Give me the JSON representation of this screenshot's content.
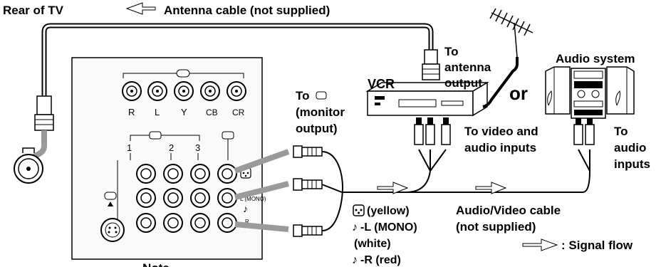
{
  "labels": {
    "rear_of_tv": "Rear of TV",
    "antenna_cable": "Antenna cable (not supplied)",
    "to_antenna_output": [
      "To",
      "antenna",
      "output"
    ],
    "vcr": "VCR",
    "or": "or",
    "audio_system": "Audio system",
    "to_monitor_output": [
      "To",
      "(monitor",
      "output)"
    ],
    "to_video_audio_inputs": [
      "To video and",
      "audio inputs"
    ],
    "to_audio_inputs": [
      "To",
      "audio",
      "inputs"
    ],
    "cable_colors": [
      "(yellow)",
      "-L (MONO)",
      "(white)",
      "-R (red)"
    ],
    "av_cable": [
      "Audio/Video cable",
      "(not supplied)"
    ],
    "signal_flow": ": Signal flow",
    "note": "Note"
  },
  "panel": {
    "top_jacks": [
      "R",
      "L",
      "Y",
      "CB",
      "CR"
    ],
    "input_numbers": [
      "1",
      "2",
      "3"
    ],
    "mono_label": "L (MONO)",
    "r_label": "R"
  },
  "colors": {
    "ink": "#000000",
    "cable_gray": "#9a9a9a",
    "panel_bg": "#f4f4f4"
  }
}
